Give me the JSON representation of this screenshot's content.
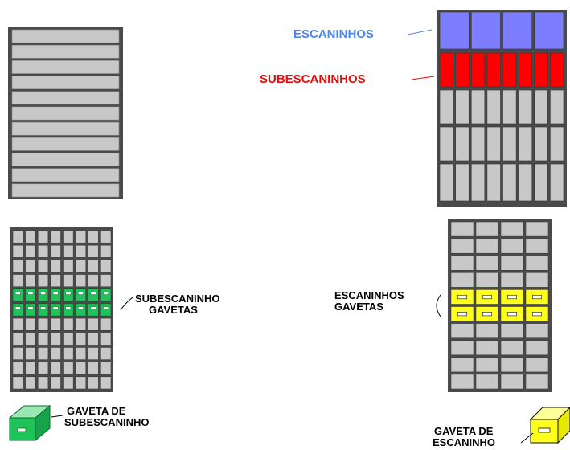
{
  "labels": {
    "escaninhos": "ESCANINHOS",
    "subescaninhos": "SUBESCANINHOS",
    "subescaninho_gavetas_line1": "SUBESCANINHO",
    "subescaninho_gavetas_line2": "GAVETAS",
    "escaninhos_gavetas_line1": "ESCANINHOS",
    "escaninhos_gavetas_line2": "GAVETAS",
    "gaveta_subescaninho_line1": "GAVETA  DE",
    "gaveta_subescaninho_line2": "SUBESCANINHO",
    "gaveta_escaninho_line1": "GAVETA DE",
    "gaveta_escaninho_line2": "ESCANINHO"
  },
  "colors": {
    "frame": "#4a4a4a",
    "bin_gray": "#c8c8c8",
    "escaninho_blue": "#7d7dff",
    "subescaninho_red": "#ff0000",
    "drawer_green": "#1fc35a",
    "drawer_yellow": "#ffff1e",
    "label_blue": "#4d86ef",
    "label_red": "#ee0a0a"
  }
}
